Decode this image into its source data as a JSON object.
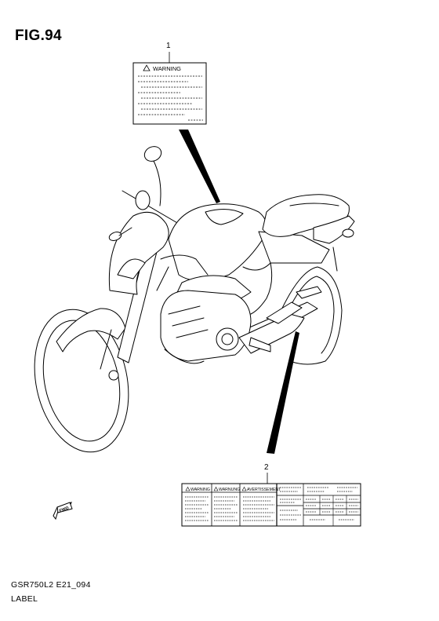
{
  "figure": {
    "title": "FIG.94",
    "code": "GSR750L2 E21_094",
    "section": "LABEL"
  },
  "callouts": [
    {
      "number": "1"
    },
    {
      "number": "2"
    }
  ],
  "label1": {
    "heading": "WARNING"
  },
  "label2": {
    "headings": [
      "WARNING",
      "WARNUNG",
      "AVERTISSEMENT"
    ]
  },
  "arrow": {
    "text": "FWD"
  }
}
